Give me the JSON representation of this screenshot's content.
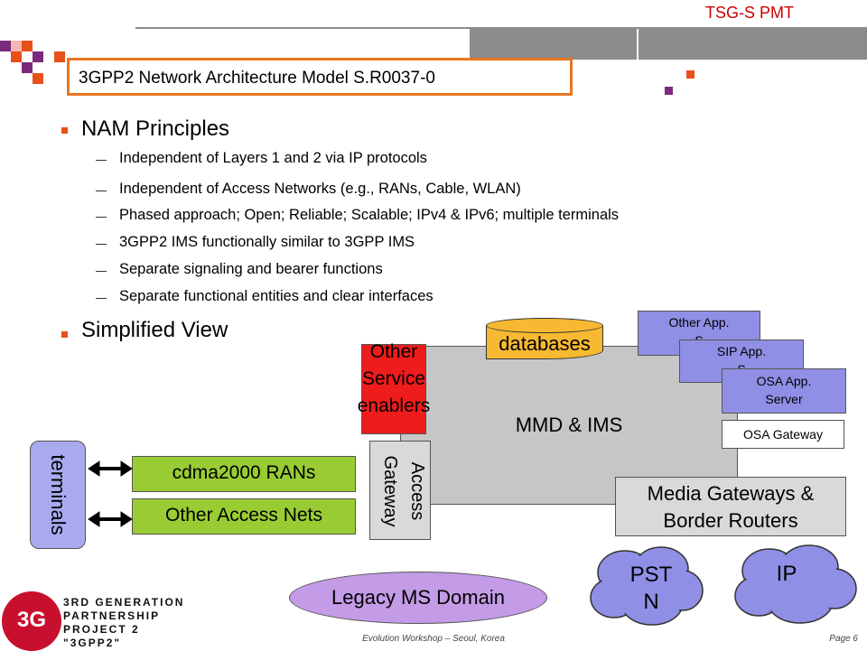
{
  "header": {
    "group_name": "TSG-S PMT",
    "title": "3GPP2 Network Architecture Model S.R0037-0"
  },
  "bullets": [
    {
      "label": "NAM Principles",
      "subitems": [
        "Independent of Layers 1 and 2 via IP protocols",
        "Independent of Access Networks (e.g., RANs, Cable, WLAN)",
        "Phased approach; Open; Reliable; Scalable; IPv4 & IPv6; multiple terminals",
        "3GPP2 IMS functionally similar to 3GPP IMS",
        "Separate signaling and bearer functions",
        "Separate functional entities and clear interfaces"
      ]
    },
    {
      "label": "Simplified View",
      "subitems": []
    }
  ],
  "diagram": {
    "core": "MMD & IMS",
    "databases": "databases",
    "other_service_enablers": [
      "Other",
      "Service",
      "enablers"
    ],
    "other_app_server": [
      "Other App.",
      "S"
    ],
    "sip_app_server": [
      "SIP App.",
      "S"
    ],
    "osa_app_server": [
      "OSA App.",
      "Server"
    ],
    "osa_gateway": "OSA Gateway",
    "media_gateways": [
      "Media Gateways &",
      "Border Routers"
    ],
    "access_gateway": [
      "Access",
      "Gateway"
    ],
    "terminals": "terminals",
    "cdma2000_rans": "cdma2000 RANs",
    "other_access_nets": "Other Access Nets",
    "legacy_ms_domain": "Legacy MS Domain",
    "pstn": [
      "PST",
      "N"
    ],
    "ip": "IP"
  },
  "footer": {
    "event": "Evolution Workshop – Seoul, Korea",
    "page": "Page 6",
    "logo_mark": "3G",
    "logo_lines": [
      "3RD GENERATION",
      "PARTNERSHIP",
      "PROJECT 2",
      "\"3GPP2\""
    ]
  },
  "colors": {
    "accent_red": "#cc0000",
    "title_border": "#e87722",
    "other_service": "#ee1c1c",
    "databases": "#f7b832",
    "app_server": "#8f8fe6",
    "ran_green": "#99cc33",
    "legacy_purple": "#c39be6",
    "cloud_blue": "#8f8fe6"
  }
}
